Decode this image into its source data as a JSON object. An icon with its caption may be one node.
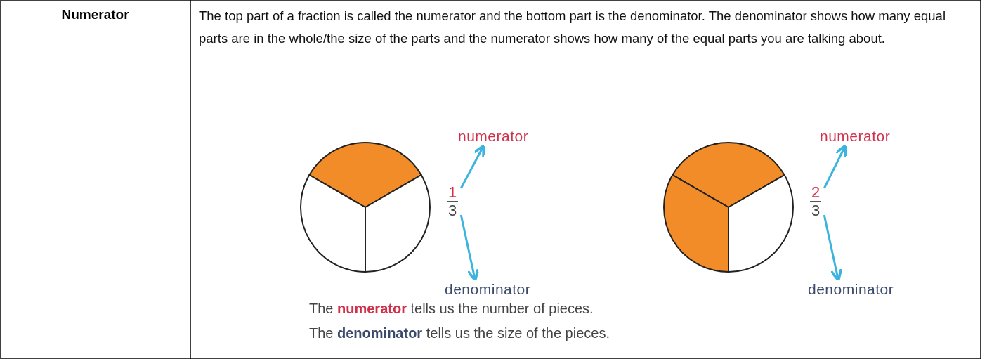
{
  "diagram": {
    "nodes": [
      {
        "text": [
          "1",
          "3"
        ]
      },
      {
        "text": [
          "numerator"
        ]
      },
      {
        "text": [
          "denominator"
        ]
      },
      {
        "text": [
          "2",
          "3"
        ]
      },
      {
        "text": [
          "numerator"
        ]
      },
      {
        "text": [
          "denominator"
        ]
      }
    ],
    "edges": [
      {
        "from": 0,
        "to": 1,
        "arrow": "to"
      },
      {
        "from": 0,
        "to": 2,
        "arrow": "to"
      },
      {
        "from": 3,
        "to": 4,
        "arrow": "to"
      },
      {
        "from": 3,
        "to": 5,
        "arrow": "to"
      }
    ],
    "labels": [
      "Numerator",
      "The top part of a fraction is called the numerator and the bottom part is the denominator. The denominator shows how many equal parts are in the whole/the size of the parts and the numerator shows how many of the equal parts you are talking about.",
      "The **numerator** tells us the number of pieces.",
      "The **denominator** tells us the size of the pieces."
    ]
  }
}
